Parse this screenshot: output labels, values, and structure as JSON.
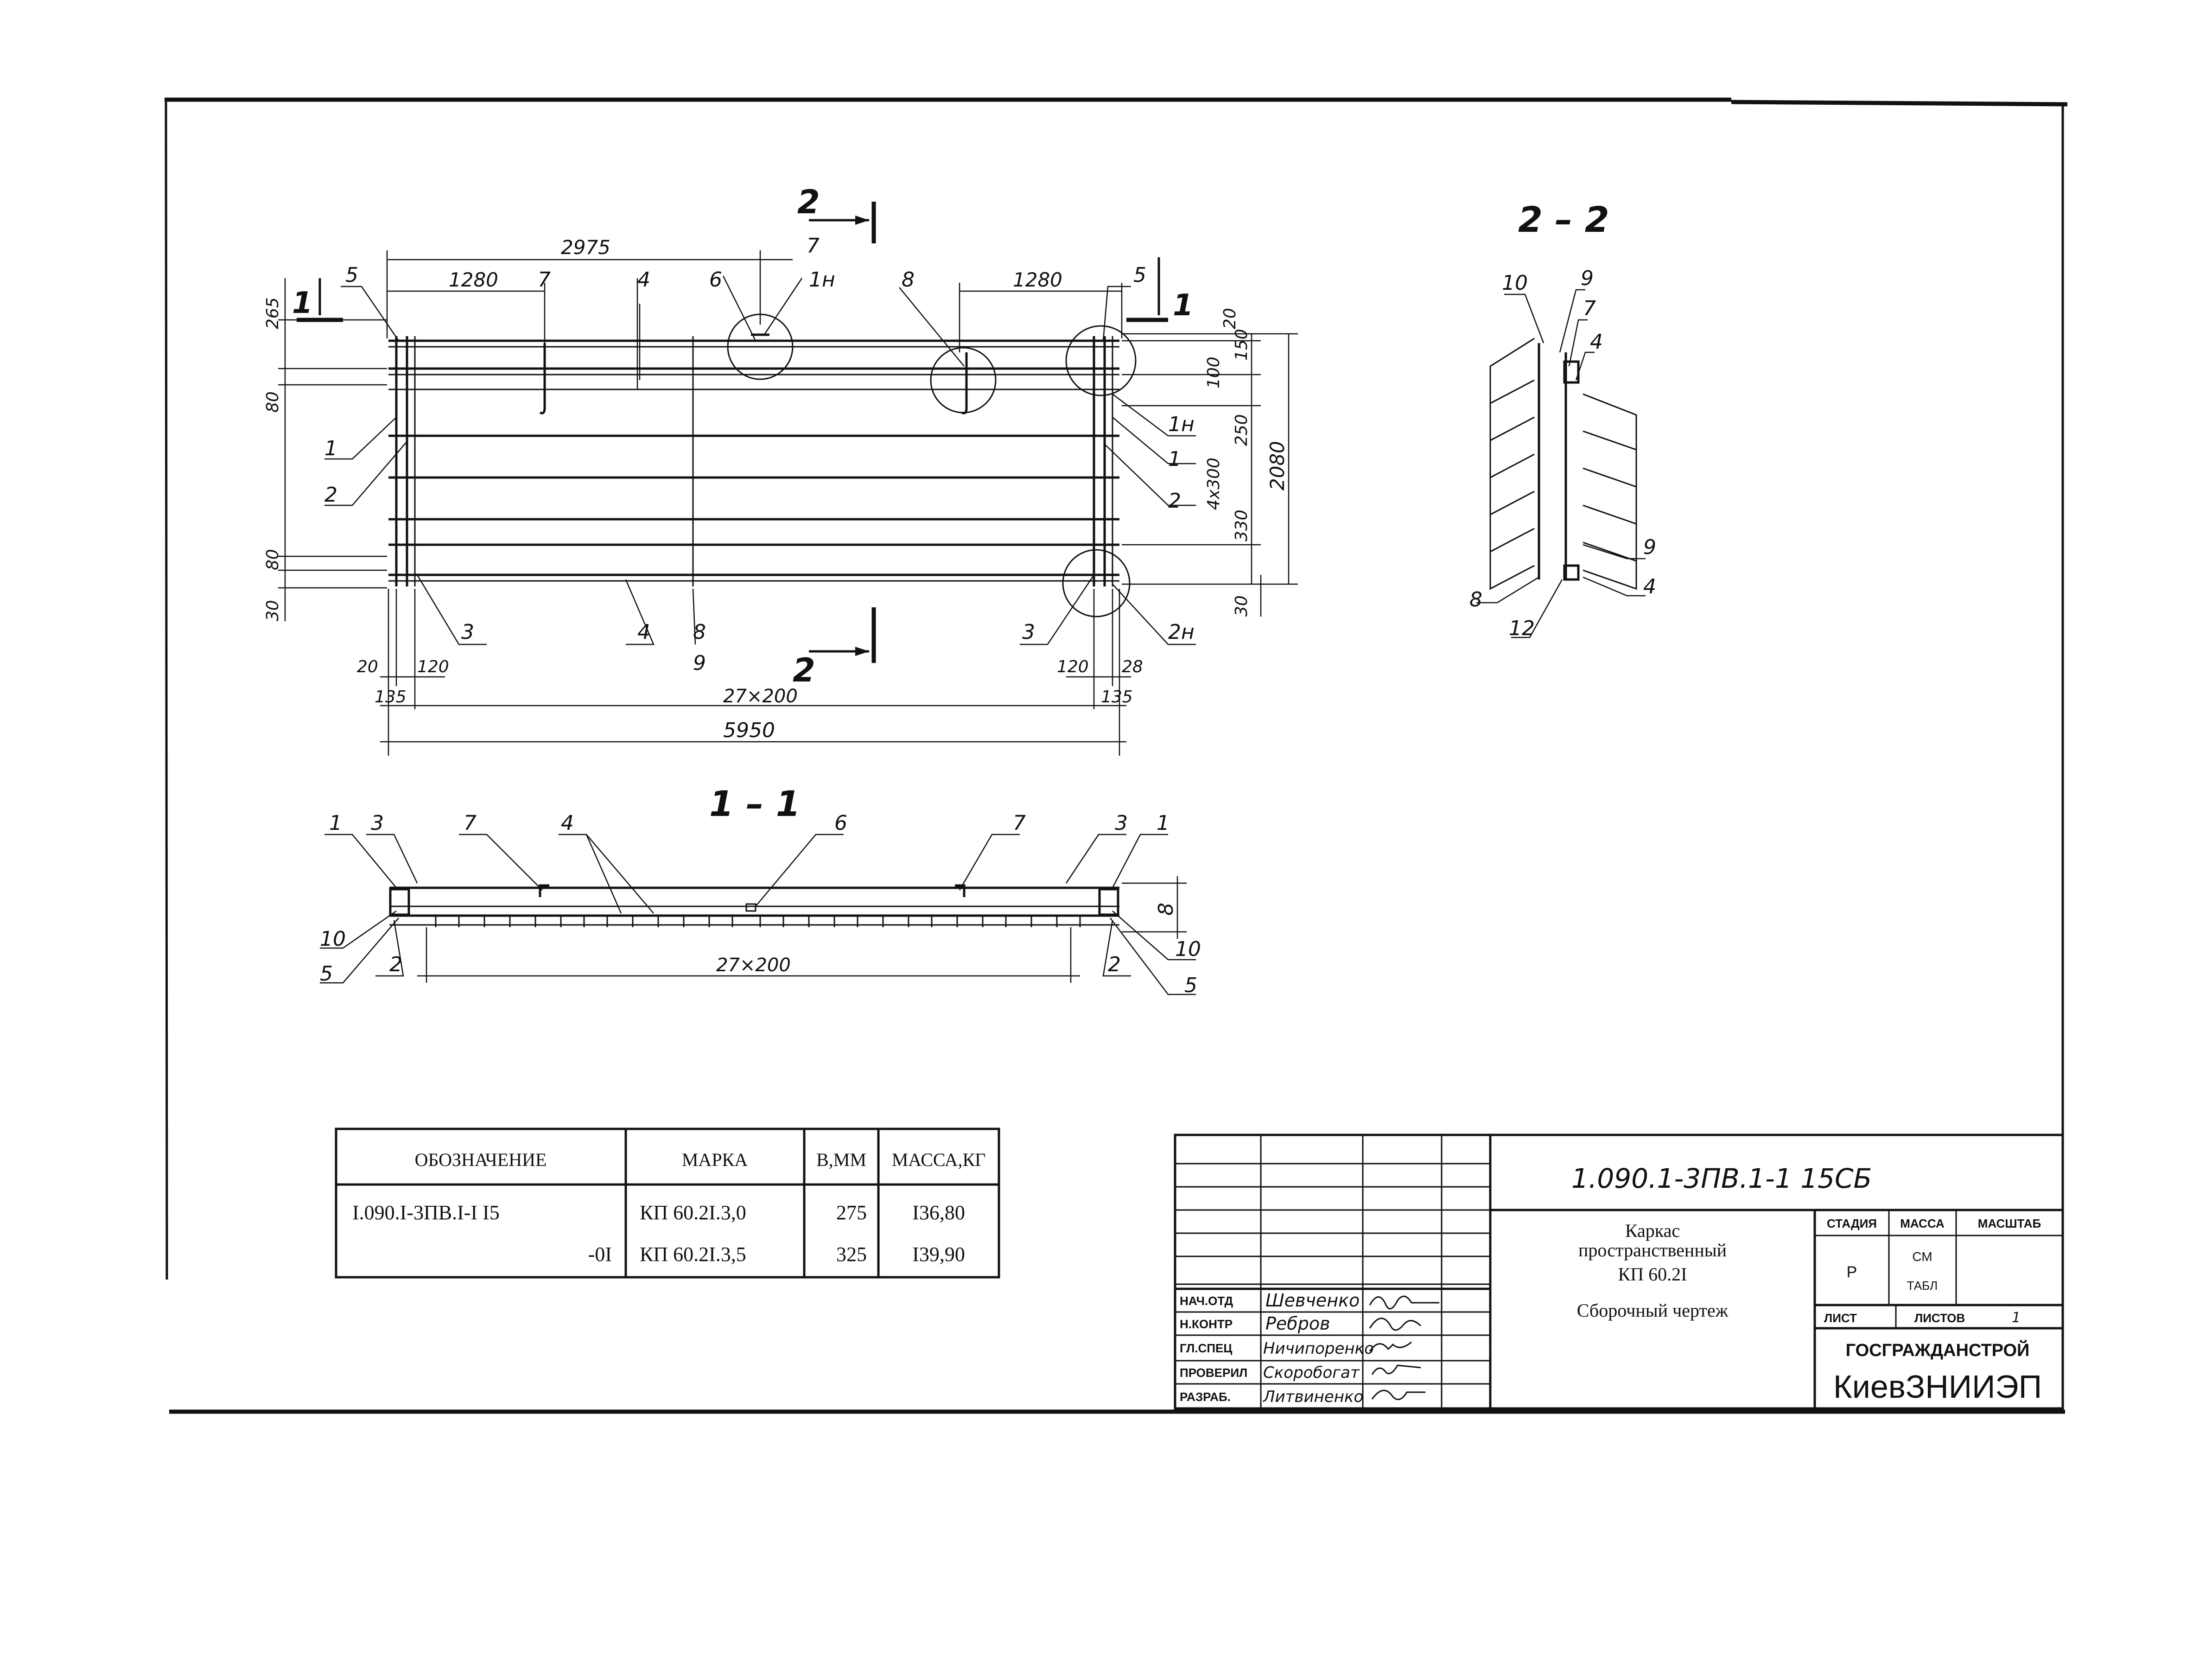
{
  "plan": {
    "dim_2975": "2975",
    "dim_1280_left": "1280",
    "dim_1280_right": "1280",
    "dim_265": "265",
    "dim_80_top": "80",
    "dim_80_bottom": "80",
    "dim_30": "30",
    "dim_20_right": "20",
    "dim_150": "150",
    "dim_100": "100",
    "dim_250": "250",
    "dim_4x300": "4x300",
    "dim_330": "330",
    "dim_30_right": "30",
    "dim_2080": "2080",
    "dim_20_left": "20",
    "dim_120_left": "120",
    "dim_120_right": "120",
    "dim_28": "28",
    "dim_135_left": "135",
    "dim_135_right": "135",
    "dim_27x200": "27×200",
    "dim_5950": "5950",
    "sec1_left": "1",
    "sec1_right": "1",
    "sec2_top": "2",
    "sec2_bottom": "2",
    "pos": {
      "p5_left": "5",
      "p7_left": "7",
      "p4_top": "4",
      "p6_top": "6",
      "p7_top": "7",
      "p1h_top": "1н",
      "p8_top": "8",
      "p5_right": "5",
      "p1_left": "1",
      "p2_left": "2",
      "p3_left": "3",
      "p4_bottom": "4",
      "p8_bottom": "8",
      "p9_bottom": "9",
      "p3_right": "3",
      "p2h_right": "2н",
      "p1h_right": "1н",
      "p1_right": "1",
      "p2_right": "2"
    }
  },
  "section_11": {
    "title": "1 – 1",
    "dim_8": "8",
    "dim_27x200": "27×200",
    "pos": {
      "p1_l": "1",
      "p3_l": "3",
      "p7_l": "7",
      "p4": "4",
      "p6": "6",
      "p7_r": "7",
      "p3_r": "3",
      "p1_r": "1",
      "p10_l": "10",
      "p5_l": "5",
      "p2_l": "2",
      "p2_r": "2",
      "p10_r": "10",
      "p5_r": "5"
    }
  },
  "section_22": {
    "title": "2 – 2",
    "pos": {
      "p10": "10",
      "p9_top": "9",
      "p7": "7",
      "p4_top": "4",
      "p9_bottom": "9",
      "p4_bottom": "4",
      "p8": "8",
      "p12": "12"
    }
  },
  "spec_table": {
    "headers": [
      "ОБОЗНАЧЕНИЕ",
      "МАРКА",
      "В,ММ",
      "МАССА,КГ"
    ],
    "rows": [
      [
        "I.090.I-3ПВ.I-I I5",
        "КП 60.2I.3,0",
        "275",
        "I36,80"
      ],
      [
        "-0I",
        "КП 60.2I.3,5",
        "325",
        "I39,90"
      ]
    ]
  },
  "title_block": {
    "code": "1.090.1-3ПВ.1-1   15СБ",
    "name_line1": "Каркас",
    "name_line2": "пространственный",
    "name_line3": "КП 60.2I",
    "name_line4": "Сборочный чертеж",
    "stage_label": "СТАДИЯ",
    "mass_label": "МАССА",
    "scale_label": "МАСШТАБ",
    "stage_value": "Р",
    "mass_value_1": "СМ",
    "mass_value_2": "ТАБЛ",
    "sheet_label": "ЛИСТ",
    "sheets_label": "ЛИСТОВ",
    "sheets_value": "1",
    "org1": "ГОСГРАЖДАНСТРОЙ",
    "org2": "КиевЗНИИЭП",
    "roles": [
      {
        "role": "НАЧ.ОТД",
        "name": "Шевченко"
      },
      {
        "role": "Н.КОНТР",
        "name": "Ребров"
      },
      {
        "role": "ГЛ.СПЕЦ",
        "name": "Ничипоренко"
      },
      {
        "role": "ПРОВЕРИЛ",
        "name": "Скоробогат"
      },
      {
        "role": "РАЗРАБ.",
        "name": "Литвиненко"
      }
    ]
  }
}
